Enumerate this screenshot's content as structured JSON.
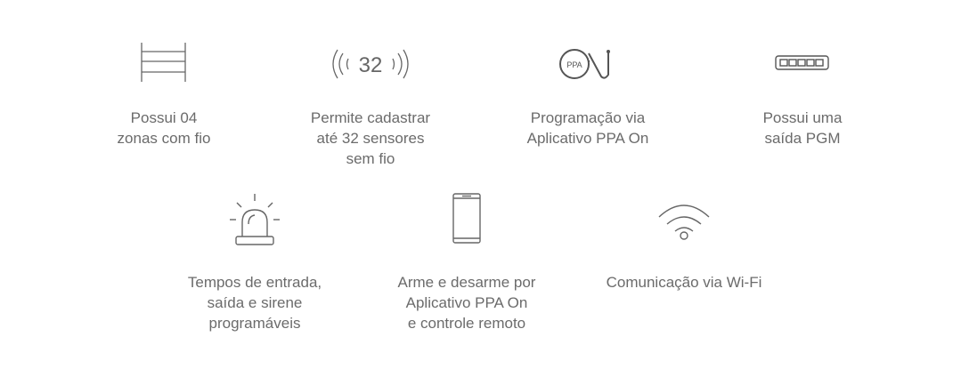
{
  "features": [
    {
      "icon": "zones-icon",
      "lines": [
        "Possui 04",
        "zonas com fio"
      ]
    },
    {
      "icon": "wireless-32-icon",
      "icon_text": "32",
      "lines": [
        "Permite cadastrar",
        "até 32 sensores",
        "sem fio"
      ]
    },
    {
      "icon": "ppa-on-logo-icon",
      "icon_text": "PPA",
      "lines": [
        "Programação via",
        "Aplicativo PPA On"
      ]
    },
    {
      "icon": "pgm-output-icon",
      "lines": [
        "Possui uma",
        "saída PGM"
      ]
    },
    {
      "icon": "siren-icon",
      "lines": [
        "Tempos de entrada,",
        "saída e sirene",
        "programáveis"
      ]
    },
    {
      "icon": "smartphone-icon",
      "lines": [
        "Arme e desarme por",
        "Aplicativo PPA On",
        "e controle remoto"
      ]
    },
    {
      "icon": "wifi-icon",
      "lines": [
        "Comunicação via Wi-Fi"
      ]
    }
  ]
}
